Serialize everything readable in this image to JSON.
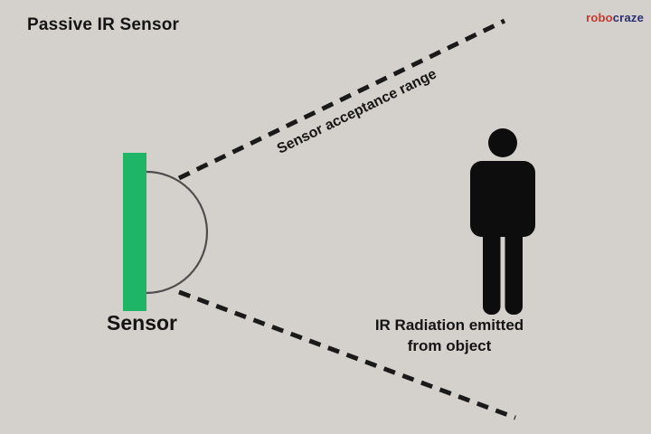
{
  "header": {
    "title": "Passive IR Sensor",
    "brand": {
      "part1": "robo",
      "part2": "craze"
    }
  },
  "labels": {
    "sensor": "Sensor",
    "acceptance_range": "Sensor acceptance range",
    "radiation_line1": "IR Radiation emitted",
    "radiation_line2": "from object"
  },
  "icons": {
    "person": "standing-person-silhouette-icon",
    "sensor_bar": "sensor-bar-shape",
    "lens_arc": "sensor-lens-arc",
    "range_lines": "dashed-acceptance-range-lines"
  },
  "colors": {
    "background": "#d4d0cb",
    "sensor_green": "#1fb567",
    "dashed_line": "#1a1a1a",
    "arc_gray": "#4d4d4d",
    "figure_black": "#0d0d0d",
    "brand_red": "#c9382d",
    "brand_navy": "#2b2f72",
    "text": "#141414"
  }
}
